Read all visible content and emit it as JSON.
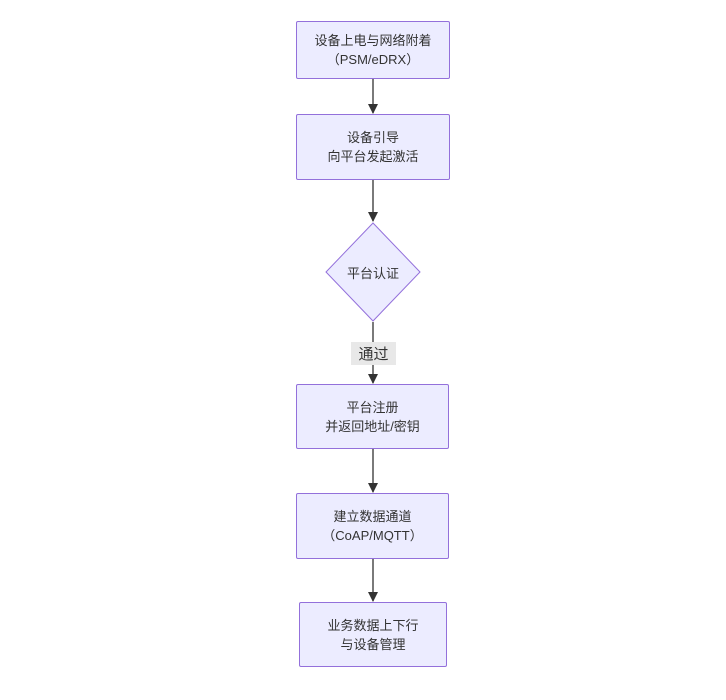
{
  "diagram": {
    "type": "flowchart-top-down",
    "nodes": [
      {
        "id": "A",
        "shape": "rect",
        "lines": [
          "设备上电与网络附着",
          "（PSM/eDRX）"
        ]
      },
      {
        "id": "B",
        "shape": "rect",
        "lines": [
          "设备引导",
          "向平台发起激活"
        ]
      },
      {
        "id": "C",
        "shape": "diamond",
        "lines": [
          "平台认证"
        ]
      },
      {
        "id": "D",
        "shape": "rect",
        "lines": [
          "平台注册",
          "并返回地址/密钥"
        ]
      },
      {
        "id": "E",
        "shape": "rect",
        "lines": [
          "建立数据通道",
          "（CoAP/MQTT）"
        ]
      },
      {
        "id": "F",
        "shape": "rect",
        "lines": [
          "业务数据上下行",
          "与设备管理"
        ]
      }
    ],
    "edges": [
      {
        "from": "A",
        "to": "B",
        "label": ""
      },
      {
        "from": "B",
        "to": "C",
        "label": ""
      },
      {
        "from": "C",
        "to": "D",
        "label": "通过"
      },
      {
        "from": "D",
        "to": "E",
        "label": ""
      },
      {
        "from": "E",
        "to": "F",
        "label": ""
      }
    ],
    "colors": {
      "background": "#ffffff",
      "node_fill": "#ECECFF",
      "node_border": "#9370DB",
      "text": "#333333",
      "edge": "#333333",
      "edge_label_bg": "#e8e8e8"
    }
  }
}
